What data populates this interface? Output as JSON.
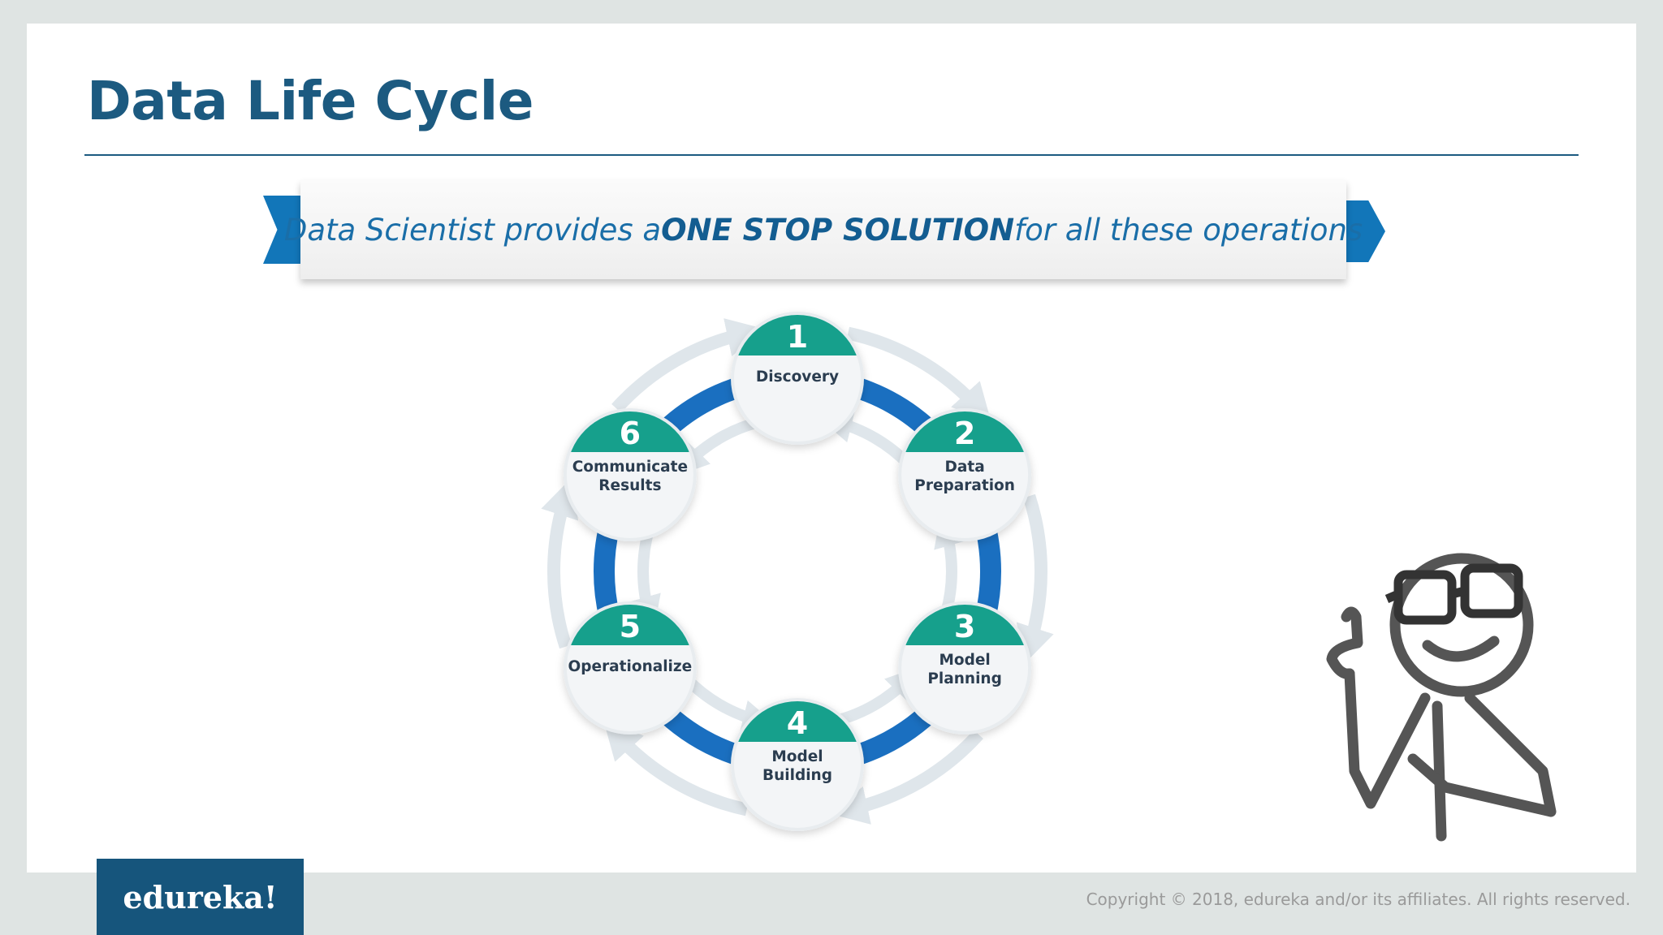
{
  "slide": {
    "title": "Data Life Cycle",
    "banner": {
      "prefix": "Data Scientist provides a ",
      "emphasis": "ONE STOP SOLUTION",
      "suffix": " for all these operations"
    }
  },
  "cycle": {
    "nodes": [
      {
        "number": "1",
        "label_lines": [
          "Discovery"
        ]
      },
      {
        "number": "2",
        "label_lines": [
          "Data",
          "Preparation"
        ]
      },
      {
        "number": "3",
        "label_lines": [
          "Model",
          "Planning"
        ]
      },
      {
        "number": "4",
        "label_lines": [
          "Model",
          "Building"
        ]
      },
      {
        "number": "5",
        "label_lines": [
          "Operationalize"
        ]
      },
      {
        "number": "6",
        "label_lines": [
          "Communicate",
          "Results"
        ]
      }
    ],
    "colors": {
      "ring": "#1a6fc0",
      "cap": "#16a08c",
      "arrow": "#dfe6eb",
      "node_fill": "#f3f5f7"
    }
  },
  "footer": {
    "logo": "edureka!",
    "copyright": "Copyright © 2018, edureka and/or its affiliates. All rights reserved."
  }
}
